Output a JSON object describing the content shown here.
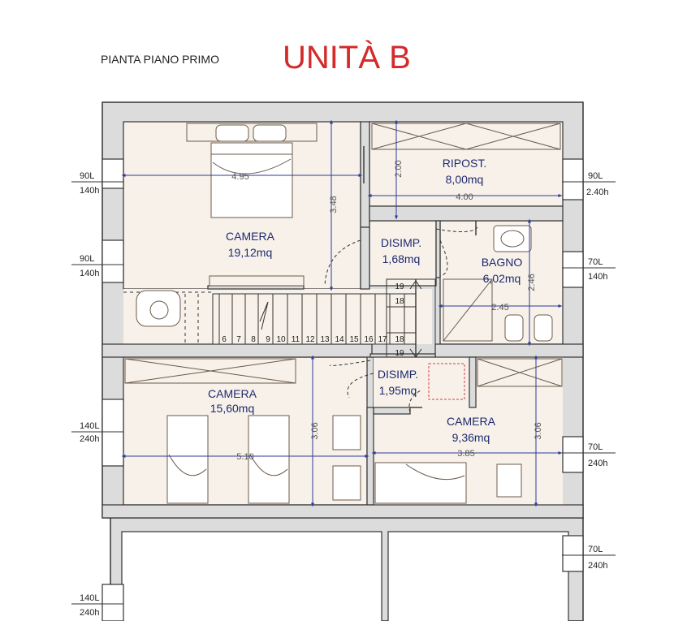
{
  "header": {
    "subtitle": "PIANTA PIANO PRIMO",
    "title": "UNITÀ B"
  },
  "rooms": {
    "camera_main": {
      "name": "CAMERA",
      "area": "19,12mq"
    },
    "ripostiglio": {
      "name": "RIPOST.",
      "area": "8,00mq"
    },
    "disimpegno_upper": {
      "name": "DISIMP.",
      "area": "1,68mq"
    },
    "bagno": {
      "name": "BAGNO",
      "area": "6,02mq"
    },
    "camera_left": {
      "name": "CAMERA",
      "area": "15,60mq"
    },
    "disimpegno_lower": {
      "name": "DISIMP.",
      "area": "1,95mq"
    },
    "camera_right": {
      "name": "CAMERA",
      "area": "9,36mq"
    }
  },
  "dimensions": {
    "camera_main_width": "4.95",
    "camera_main_height": "3.48",
    "ripost_height": "2.00",
    "ripost_width": "4.00",
    "bagno_height": "2.46",
    "bagno_width": "2.45",
    "camera_left_width": "5.10",
    "camera_left_height": "3.06",
    "camera_right_width": "3.85",
    "camera_right_height": "3.06"
  },
  "windows": {
    "left": [
      {
        "width": "90L",
        "height": "140h"
      },
      {
        "width": "90L",
        "height": "140h"
      },
      {
        "width": "140L",
        "height": "240h"
      },
      {
        "width": "140L",
        "height": "240h"
      }
    ],
    "right": [
      {
        "width": "90L",
        "height": "2.40h"
      },
      {
        "width": "70L",
        "height": "140h"
      },
      {
        "width": "70L",
        "height": "240h"
      },
      {
        "width": "70L",
        "height": "240h"
      }
    ]
  },
  "stairs": {
    "steps_bottom": [
      "6",
      "7",
      "8",
      "9",
      "10",
      "11",
      "12",
      "13",
      "14",
      "15",
      "16",
      "17",
      "18"
    ],
    "landing_top_a": "19",
    "landing_top_b": "18",
    "landing_bottom": "19"
  },
  "colors": {
    "title": "#d42a2a",
    "wall_fill": "#dcdcdc",
    "wall_stroke": "#333333",
    "room_fill": "#f7f1ea",
    "dimension": "#2e3a9a",
    "label": "#1f2a6e",
    "furniture_stroke": "#6b5a4a"
  }
}
